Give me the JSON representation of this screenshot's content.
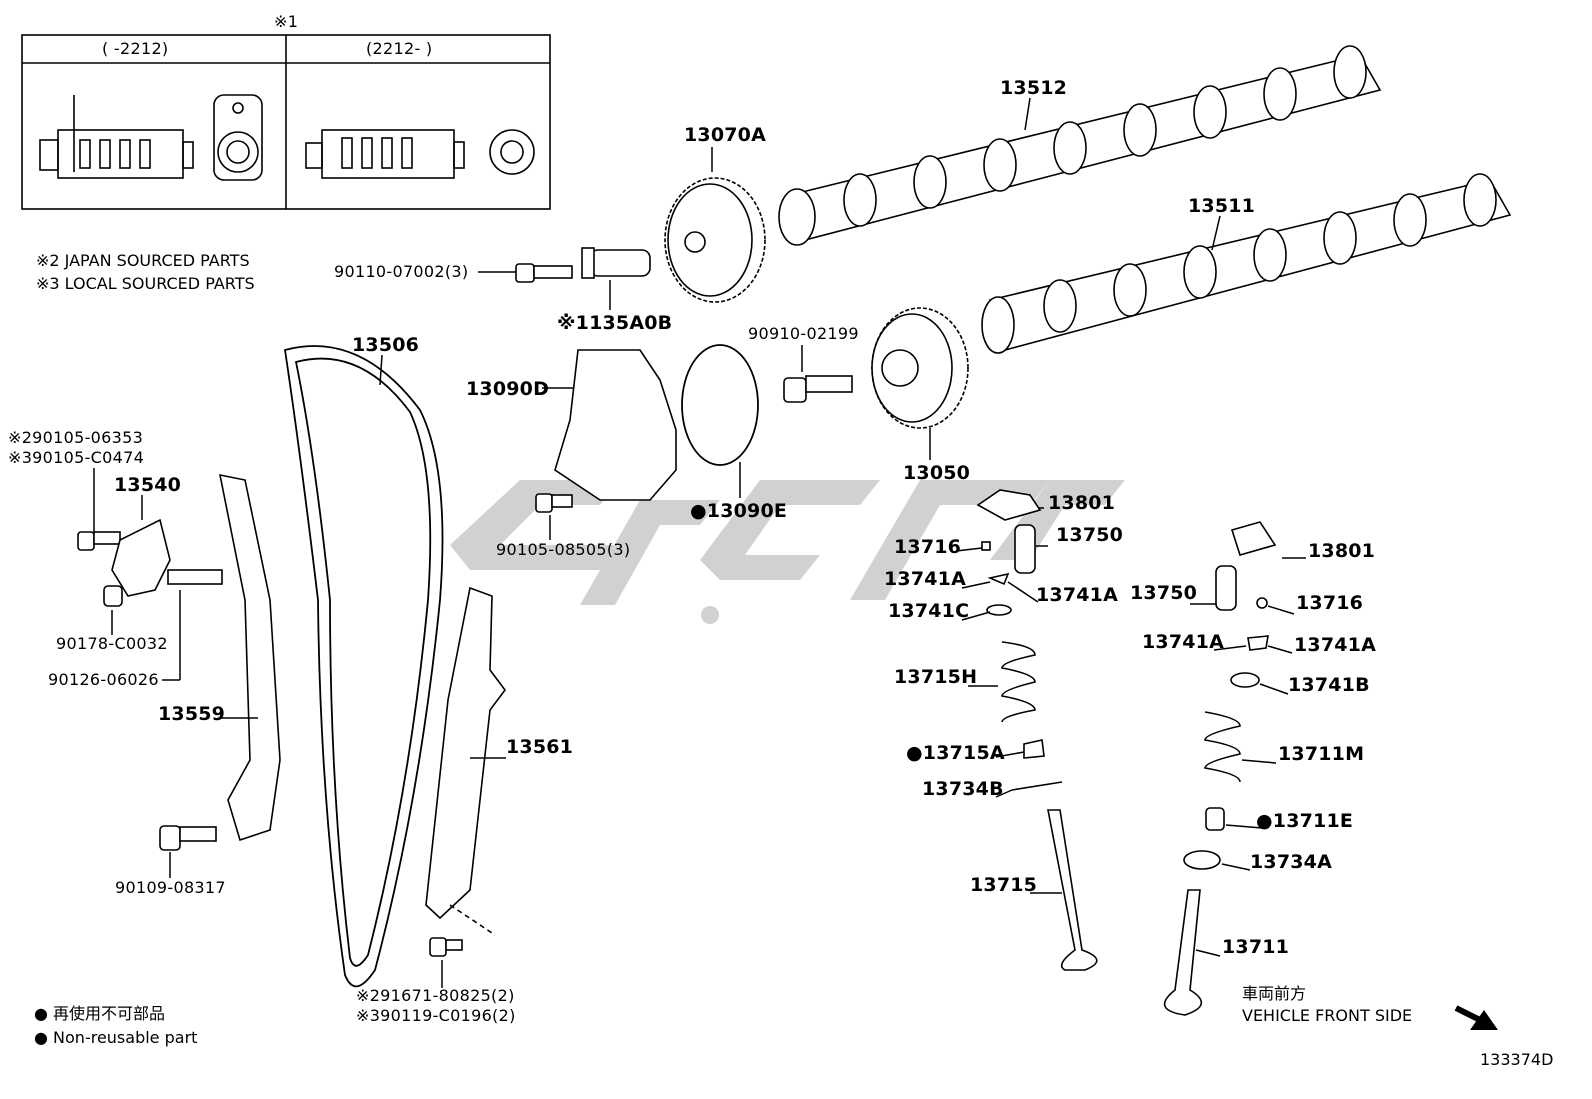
{
  "inset": {
    "mark": "※1",
    "left_range": "(     -2212)",
    "right_range": "(2212-     )"
  },
  "notes": {
    "japan": "※2 JAPAN SOURCED PARTS",
    "local": "※3 LOCAL SOURCED PARTS"
  },
  "legend": {
    "jp": "● 再使用不可部品",
    "en": "● Non-reusable part"
  },
  "front": {
    "jp": "車両前方",
    "en": "VEHICLE FRONT SIDE"
  },
  "diagram_id": "133374D",
  "watermark": "یدک",
  "labels": {
    "p13512": "13512",
    "p13511": "13511",
    "p13070A": "13070A",
    "p90110": "90110-07002(3)",
    "p135A0B": "※1135A0B",
    "p13506": "13506",
    "p90910": "90910-02199",
    "p13090D": "13090D",
    "p13050": "13050",
    "p13090E": "●13090E",
    "p90105_08505": "90105-08505(3)",
    "p90105_06353": "※290105-06353",
    "p90105_C0474": "※390105-C0474",
    "p13540": "13540",
    "p90178": "90178-C0032",
    "p90126": "90126-06026",
    "p13559": "13559",
    "p90109": "90109-08317",
    "p13561": "13561",
    "p91671": "※291671-80825(2)",
    "p90119": "※390119-C0196(2)",
    "p13801a": "13801",
    "p13750a": "13750",
    "p13716a": "13716",
    "p13741Aa": "13741A",
    "p13741Ab": "13741A",
    "p13741C": "13741C",
    "p13715H": "13715H",
    "p13715A": "●13715A",
    "p13734B": "13734B",
    "p13715": "13715",
    "p13801b": "13801",
    "p13750b": "13750",
    "p13716b": "13716",
    "p13741Ac": "13741A",
    "p13741Ad": "13741A",
    "p13741B": "13741B",
    "p13711M": "13711M",
    "p13711E": "●13711E",
    "p13734A": "13734A",
    "p13711": "13711"
  }
}
